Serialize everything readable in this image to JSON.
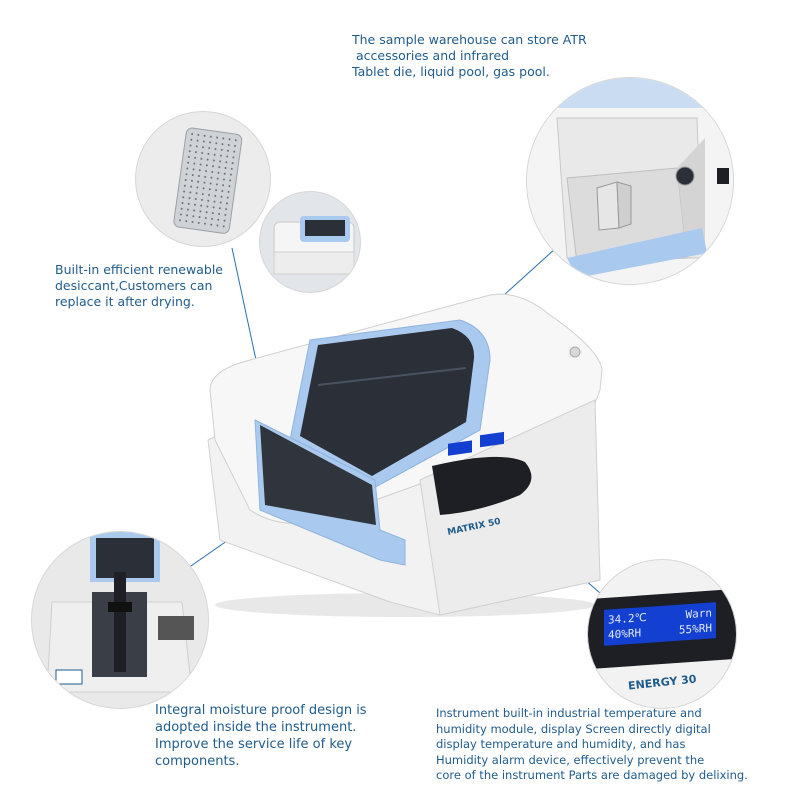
{
  "captions": {
    "top": [
      "The sample warehouse can store ATR",
      " accessories and infrared",
      "Tablet die, liquid pool, gas pool."
    ],
    "left": [
      "Built-in efficient renewable",
      "desiccant,Customers can",
      "replace it after drying."
    ],
    "bottom_left": [
      "Integral moisture proof design is",
      "adopted inside the instrument.",
      "Improve the service life of key",
      "components."
    ],
    "bottom_right": [
      "Instrument built-in industrial temperature and",
      "humidity module, display Screen directly digital",
      "display temperature and humidity, and has",
      "Humidity alarm device, effectively prevent the",
      "core of the instrument Parts are damaged by delixing."
    ]
  },
  "instrument": {
    "model_label": "MATRIX 50"
  },
  "lcd_zoom": {
    "line1_left": "34.2℃",
    "line1_right": "Warn",
    "line2_left": "40%RH",
    "line2_right": "55%RH",
    "brand_label": "ENERGY 30"
  },
  "colors": {
    "caption": "#1f5c8c",
    "accent_blue": "#a9c9ee",
    "lcd": "#1340d0",
    "leader_line": "#2a6fb0"
  }
}
